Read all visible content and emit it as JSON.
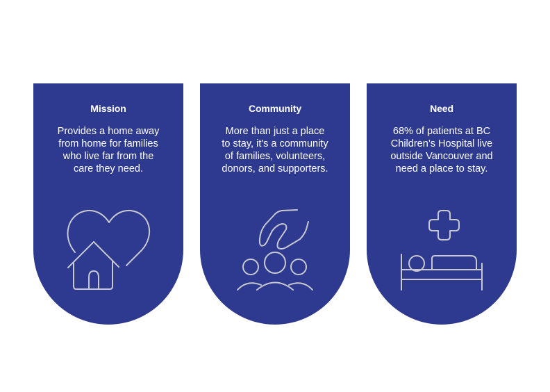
{
  "colors": {
    "card_bg": "#2e3a8f",
    "icon_stroke": "#c8c8d0",
    "text": "#ffffff"
  },
  "cards": [
    {
      "title": "Mission",
      "text": "Provides a home away\nfrom home for families\nwho live far from the\ncare they need.",
      "icon": "heart-house-icon"
    },
    {
      "title": "Community",
      "text": "More than just a place\nto stay, it's a community\nof families, volunteers,\ndonors, and supporters.",
      "icon": "hand-over-people-icon"
    },
    {
      "title": "Need",
      "text": "68% of patients at BC\nChildren’s Hospital live\noutside Vancouver and\nneed a place to stay.",
      "icon": "medical-cross-bed-icon"
    }
  ]
}
